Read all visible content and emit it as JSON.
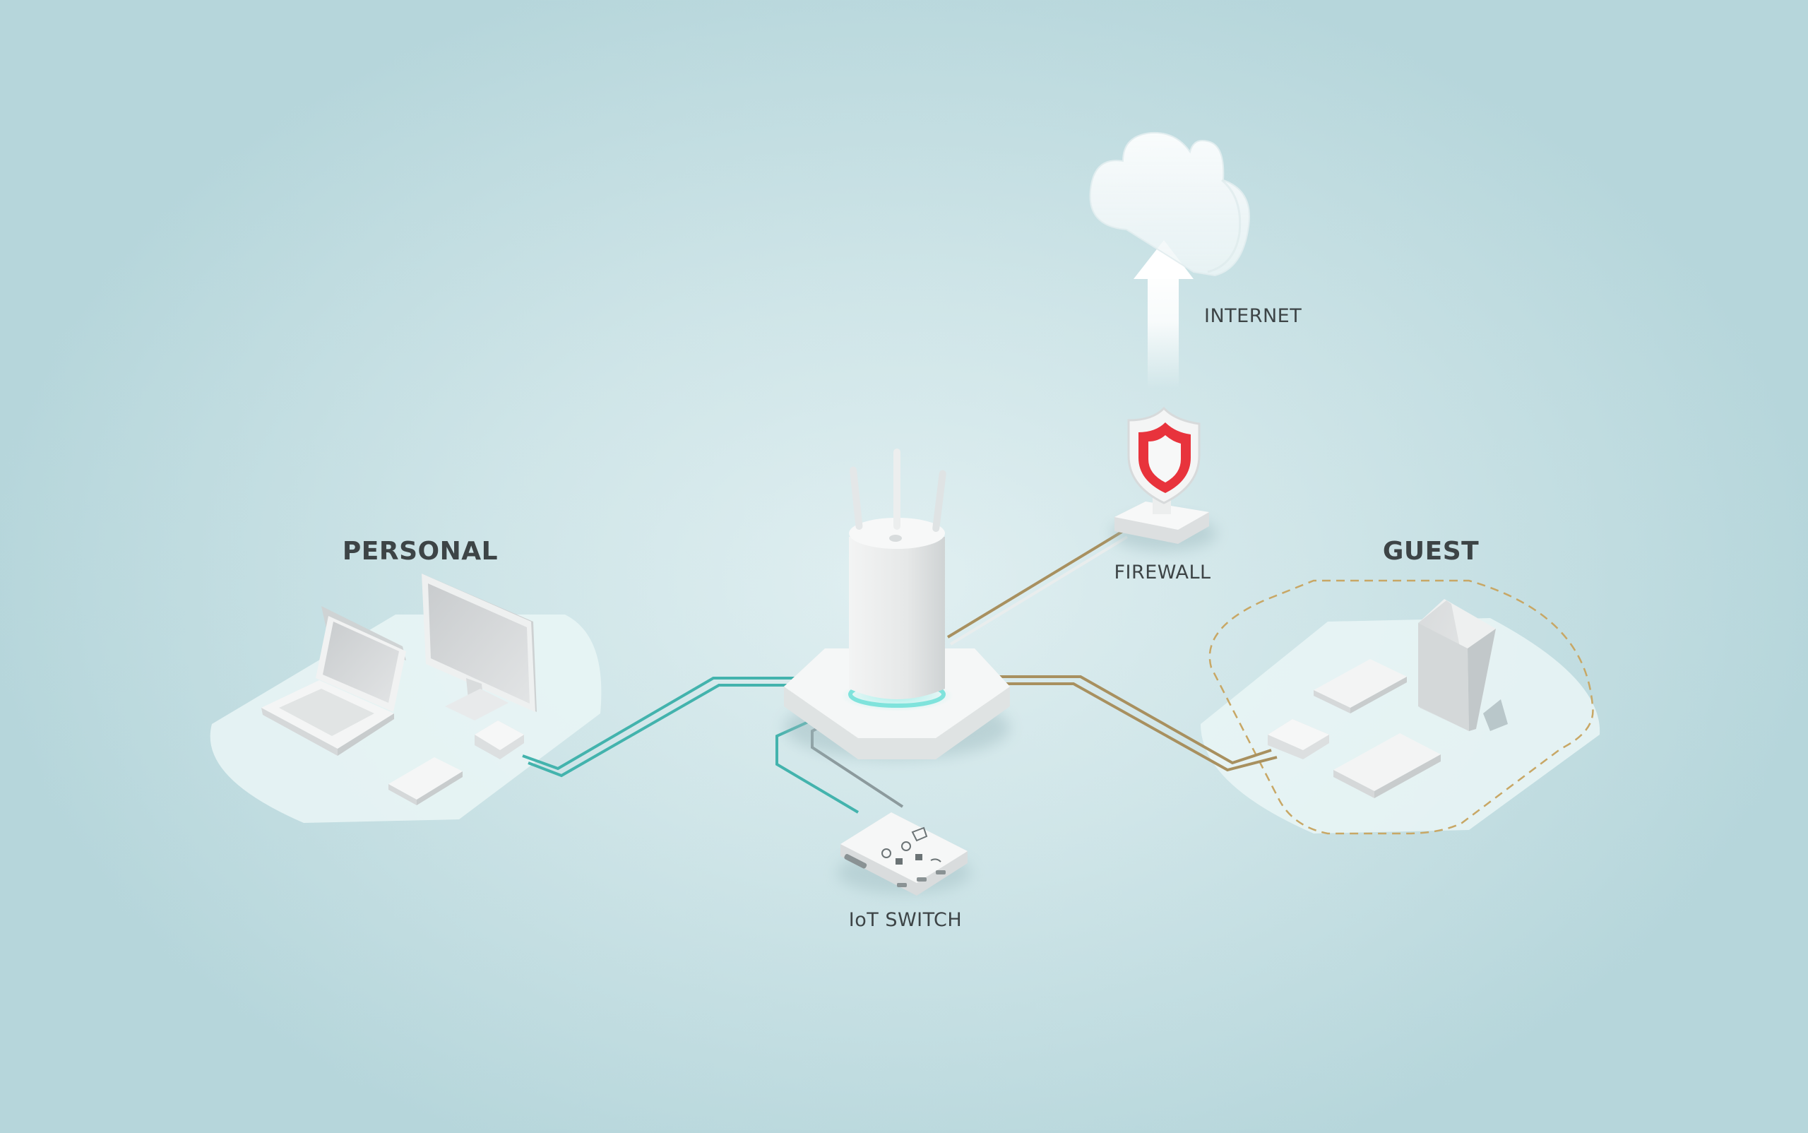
{
  "diagram": {
    "labels": {
      "personal": "PERSONAL",
      "guest": "GUEST",
      "internet": "INTERNET",
      "firewall": "FIREWALL",
      "iot_switch": "IoT SWITCH"
    },
    "colors": {
      "background_center": "#e0eff1",
      "background_edge": "#b6d6db",
      "personal_link": "#43b3ad",
      "guest_link": "#a8905f",
      "iot_link_teal": "#43b3ad",
      "iot_link_gray": "#8c9a9d",
      "shield_red": "#e8333c",
      "router_glow": "#7fe3dc",
      "guest_zone_dash": "#c8a765"
    },
    "icons": [
      "cloud-icon",
      "arrow-up-icon",
      "shield-icon",
      "router-icon",
      "laptop-icon",
      "monitor-icon",
      "phone-icon",
      "tablet-icon",
      "switch-icon"
    ]
  }
}
